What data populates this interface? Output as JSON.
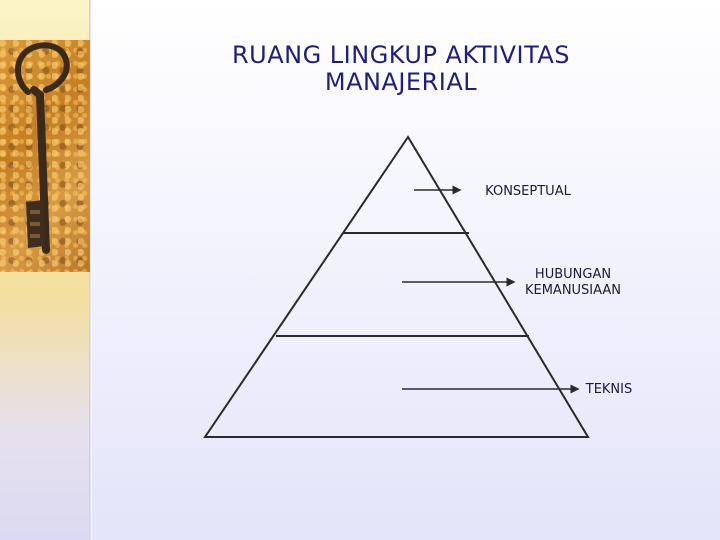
{
  "title": {
    "line1": "RUANG LINGKUP AKTIVITAS",
    "line2": "MANAJERIAL"
  },
  "levels": [
    {
      "line1": "KONSEPTUAL",
      "line2": ""
    },
    {
      "line1": "HUBUNGAN",
      "line2": "KEMANUSIAAN"
    },
    {
      "line1": "TEKNIS",
      "line2": ""
    }
  ],
  "colors": {
    "title": "#1f1f7a",
    "pyramid_line": "#2a2a2a",
    "background": "#ececfb"
  },
  "decoration": {
    "photo": "old-iron-key-on-sand"
  }
}
